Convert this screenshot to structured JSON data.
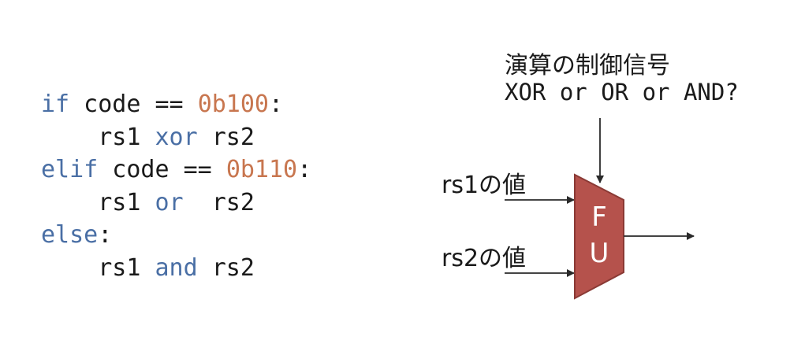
{
  "code": {
    "lines": [
      [
        {
          "t": "if",
          "c": "kw"
        },
        {
          "t": " code == ",
          "c": "txt"
        },
        {
          "t": "0b100",
          "c": "num"
        },
        {
          "t": ":",
          "c": "txt"
        }
      ],
      [
        {
          "t": "    rs1 ",
          "c": "txt"
        },
        {
          "t": "xor",
          "c": "kw"
        },
        {
          "t": " rs2",
          "c": "txt"
        }
      ],
      [
        {
          "t": "elif",
          "c": "kw"
        },
        {
          "t": " code == ",
          "c": "txt"
        },
        {
          "t": "0b110",
          "c": "num"
        },
        {
          "t": ":",
          "c": "txt"
        }
      ],
      [
        {
          "t": "    rs1 ",
          "c": "txt"
        },
        {
          "t": "or",
          "c": "kw"
        },
        {
          "t": "  rs2",
          "c": "txt"
        }
      ],
      [
        {
          "t": "else",
          "c": "kw"
        },
        {
          "t": ":",
          "c": "txt"
        }
      ],
      [
        {
          "t": "    rs1 ",
          "c": "txt"
        },
        {
          "t": "and",
          "c": "kw"
        },
        {
          "t": " rs2",
          "c": "txt"
        }
      ]
    ]
  },
  "diagram": {
    "control_label": "演算の制御信号",
    "control_ops": "XOR or OR or AND?",
    "input1_label": "rs1の値",
    "input2_label": "rs2の値",
    "fu_top_letter": "F",
    "fu_bottom_letter": "U"
  },
  "colors": {
    "keyword": "#4a6fa5",
    "number": "#c8764f",
    "text": "#1a1a1a",
    "fu_fill": "#b5524c",
    "fu_stroke": "#8a3a35",
    "arrow": "#2a2a2a"
  },
  "icons": {
    "fu_unit": "trapezoid-mux-shape",
    "arrows": "arrow-right / arrow-down"
  }
}
